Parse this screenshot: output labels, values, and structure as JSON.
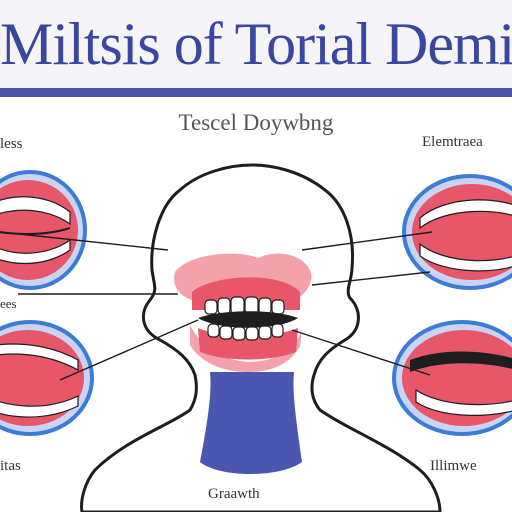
{
  "title": "Miltsis of Torial Demiper",
  "subtitle": "Tescel Doywbng",
  "labels": {
    "top_left": "less",
    "top_right": "Elemtraea",
    "mid_left": "ees",
    "bottom_left": "itas",
    "bottom_right": "Illimwe",
    "bottom_center": "Graawth"
  },
  "colors": {
    "banner": "#4c56a8",
    "title_text": "#3a469f",
    "gum": "#e8566a",
    "lip_pink": "#f3a1ab",
    "mouth_outline_blue": "#3c7bd6",
    "neck_blue": "#4a56b0",
    "outline": "#1e1e1e"
  }
}
